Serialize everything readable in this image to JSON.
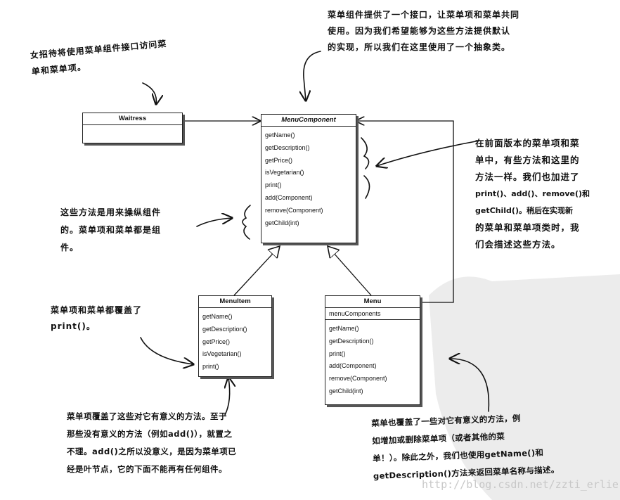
{
  "classes": {
    "waitress": {
      "name": "Waitress"
    },
    "menu_component": {
      "name": "MenuComponent",
      "methods": [
        "getName()",
        "getDescription()",
        "getPrice()",
        "isVegetarian()",
        "print()",
        "add(Component)",
        "remove(Component)",
        "getChild(int)"
      ]
    },
    "menu_item": {
      "name": "MenuItem",
      "methods": [
        "getName()",
        "getDescription()",
        "getPrice()",
        "isVegetarian()",
        "print()"
      ]
    },
    "menu": {
      "name": "Menu",
      "fields": [
        "menuComponents"
      ],
      "methods": [
        "getName()",
        "getDescription()",
        "print()",
        "add(Component)",
        "remove(Component)",
        "getChild(int)"
      ]
    }
  },
  "notes": {
    "waitress_note": [
      "女招待将使用菜单组件接口访问菜",
      "单和菜单项。"
    ],
    "component_note": [
      "菜单组件提供了一个接口，让菜单项和菜单共同",
      "使用。因为我们希望能够为这些方法提供默认",
      "的实现，所以我们在这里使用了一个抽象类。"
    ],
    "methods_note": [
      "在前面版本的菜单项和菜",
      "单中，有些方法和这里的",
      "方法一样。我们也加进了",
      "print()、add()、remove()和",
      "getChild()。稍后在实现新",
      "的菜单和菜单项类时，我",
      "们会描述这些方法。"
    ],
    "manipulate_note": [
      "这些方法是用来操纵组件",
      "的。菜单项和菜单都是组",
      "件。"
    ],
    "override_note": [
      "菜单项和菜单都覆盖了",
      "print()。"
    ],
    "menuitem_note": [
      "菜单项覆盖了这些对它有意义的方法。至于",
      "那些没有意义的方法（例如add()），就置之",
      "不理。add()之所以没意义，是因为菜单项已",
      "经是叶节点，它的下面不能再有任何组件。"
    ],
    "menu_note": [
      "菜单也覆盖了一些对它有意义的方法，例",
      "如增加或删除菜单项（或者其他的菜",
      "单！）。除此之外，我们也使用getName()和",
      "getDescription()方法来返回菜单名称与描述。"
    ]
  },
  "watermark": "http://blog.csdn.net/zzti_erlie"
}
